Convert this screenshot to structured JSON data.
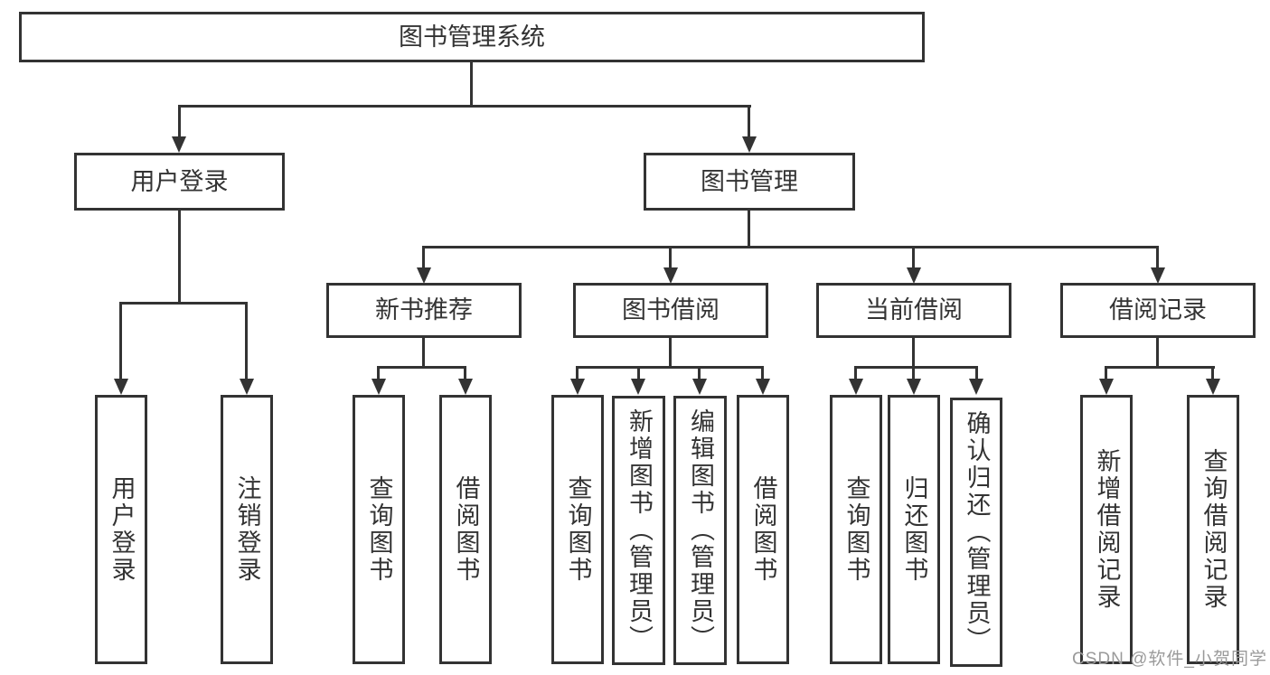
{
  "diagram": {
    "root": {
      "label": "图书管理系统"
    },
    "level1": {
      "user_login": {
        "label": "用户登录"
      },
      "book_mgmt": {
        "label": "图书管理"
      }
    },
    "level2": {
      "new_book_rec": {
        "label": "新书推荐"
      },
      "book_borrow": {
        "label": "图书借阅"
      },
      "current_borrow": {
        "label": "当前借阅"
      },
      "borrow_record": {
        "label": "借阅记录"
      }
    },
    "leaves": {
      "user_login_leaf": {
        "label": "用户登录"
      },
      "logout_leaf": {
        "label": "注销登录"
      },
      "rec_query_book": {
        "label": "查询图书"
      },
      "rec_borrow_book": {
        "label": "借阅图书"
      },
      "bb_query_book": {
        "label": "查询图书"
      },
      "bb_add_book": {
        "label": "新增图书（管理员）"
      },
      "bb_edit_book": {
        "label": "编辑图书（管理员）"
      },
      "bb_borrow_book": {
        "label": "借阅图书"
      },
      "cb_query_book": {
        "label": "查询图书"
      },
      "cb_return_book": {
        "label": "归还图书"
      },
      "cb_confirm_return": {
        "label": "确认归还（管理员）"
      },
      "br_add_record": {
        "label": "新增借阅记录"
      },
      "br_query_record": {
        "label": "查询借阅记录"
      }
    }
  },
  "watermark": {
    "text": "CSDN @软件_小贺同学"
  },
  "colors": {
    "line": "#333333",
    "text": "#333333",
    "watermark": "#9a9a9a",
    "background": "#ffffff"
  }
}
